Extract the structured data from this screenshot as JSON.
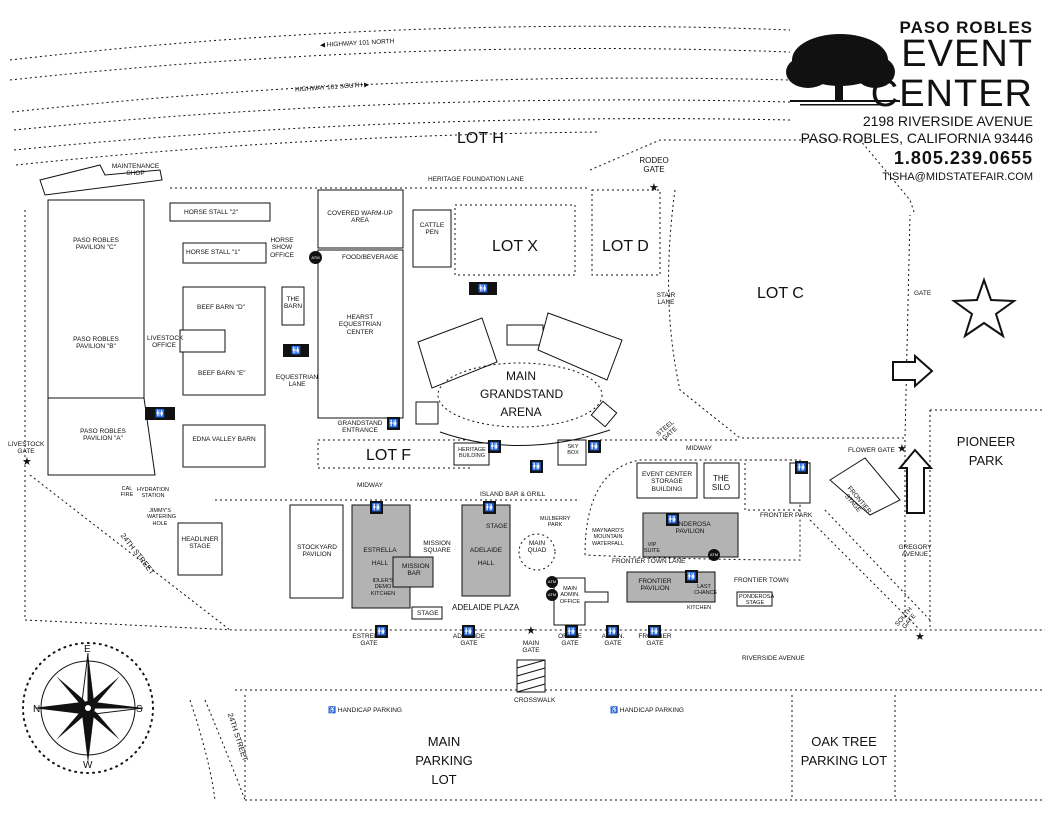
{
  "brand": {
    "line1": "PASO ROBLES",
    "line2": "EVENT",
    "line3": "CENTER",
    "address1": "2198 RIVERSIDE AVENUE",
    "address2": "PASO ROBLES, CALIFORNIA 93446",
    "phone": "1.805.239.0655",
    "email": "TISHA@MIDSTATEFAIR.COM"
  },
  "roads": {
    "hwy_north": "HIGHWAY 101 NORTH",
    "hwy_south": "HIGHWAY 101 SOUTH",
    "heritage_lane": "HERITAGE FOUNDATION LANE",
    "street_24_a": "24TH STREET",
    "street_24_b": "24TH STREET",
    "riverside": "RIVERSIDE AVENUE",
    "gregory": "GREGORY AVENUE",
    "crosswalk": "CROSSWALK",
    "midway_1": "MIDWAY",
    "midway_2": "MIDWAY",
    "stair_lane": "STAIR LANE",
    "steel_gate": "STEEL GATE",
    "equestrian_lane": "EQUESTRIAN LANE",
    "frontier_town_lane": "FRONTIER TOWN LANE",
    "frontier_park": "FRONTIER PARK"
  },
  "lots": {
    "lot_h": "LOT H",
    "lot_x": "LOT X",
    "lot_d": "LOT D",
    "lot_c": "LOT C",
    "lot_f": "LOT F",
    "pioneer_park": "PIONEER PARK",
    "main_parking": "MAIN PARKING LOT",
    "oak_tree_parking": "OAK TREE PARKING LOT",
    "handicap_1": "HANDICAP PARKING",
    "handicap_2": "HANDICAP PARKING"
  },
  "buildings": {
    "maintenance": "MAINTENANCE SHOP",
    "horse_stall_2": "HORSE STALL \"2\"",
    "horse_stall_1": "HORSE STALL \"1\"",
    "horse_show_office": "HORSE SHOW OFFICE",
    "pavilion_c": "PASO ROBLES PAVILION \"C\"",
    "pavilion_b": "PASO ROBLES PAVILION \"B\"",
    "pavilion_a": "PASO ROBLES PAVILION \"A\"",
    "livestock_office": "LIVESTOCK OFFICE",
    "beef_barn_d": "BEEF BARN \"D\"",
    "beef_barn_e": "BEEF BARN \"E\"",
    "the_barn": "THE BARN",
    "covered_warmup": "COVERED WARM-UP AREA",
    "cattle_pen": "CATTLE PEN",
    "food_beverage": "FOOD/BEVERAGE",
    "hearst": "HEARST EQUESTRIAN CENTER",
    "grandstand_arena": "MAIN GRANDSTAND ARENA",
    "grandstand_entrance": "GRANDSTAND ENTRANCE",
    "edna_valley": "EDNA VALLEY BARN",
    "heritage_building": "HERITAGE BUILDING",
    "sky_box": "SKY BOX",
    "cal_fire": "CAL FIRE",
    "hydration": "HYDRATION STATION",
    "jimmys": "JIMMY'S WATERING HOLE",
    "headliner": "HEADLINER STAGE",
    "stockyard": "STOCKYARD PAVILION",
    "estrella_hall": "ESTRELLA HALL",
    "idlers": "IDLER'S DEMO KITCHEN",
    "mission_bar": "MISSION BAR",
    "mission_square": "MISSION SQUARE",
    "stage_1": "STAGE",
    "island_bar": "ISLAND BAR & GRILL",
    "stage_2": "STAGE",
    "adelaide_hall": "ADELAIDE HALL",
    "adelaide_plaza": "ADELAIDE PLAZA",
    "mulberry_park": "MULBERRY PARK",
    "main_quad": "MAIN QUAD",
    "main_admin": "MAIN ADMIN. OFFICE",
    "maynards": "MAYNARD'S MOUNTAIN WATERFALL",
    "storage": "EVENT CENTER STORAGE BUILDING",
    "the_silo": "THE SILO",
    "ponderosa": "PONDEROSA PAVILION",
    "vip_suite": "VIP SUITE",
    "frontier_pavilion": "FRONTIER PAVILION",
    "last_chance": "LAST CHANCE",
    "kitchen": "KITCHEN",
    "frontier_town": "FRONTIER TOWN",
    "ponderosa_stage": "PONDEROSA STAGE",
    "frontier_stage": "FRONTIER STAGE"
  },
  "gates": {
    "rodeo": "RODEO GATE",
    "gate_c": "GATE",
    "flower": "FLOWER GATE",
    "livestock": "LIVESTOCK GATE",
    "estrella": "ESTRELLA GATE",
    "adelaide": "ADELAIDE GATE",
    "main": "MAIN GATE",
    "office": "OFFICE GATE",
    "admin": "ADMIN. GATE",
    "frontier": "FRONTIER GATE",
    "south": "SOUTH GATE"
  },
  "compass": {
    "n": "N",
    "s": "S",
    "e": "E",
    "w": "W"
  },
  "markers": {
    "atm": "ATM"
  },
  "colors": {
    "ink": "#111111",
    "gray_building": "#b3b3b3",
    "paper": "#ffffff"
  }
}
